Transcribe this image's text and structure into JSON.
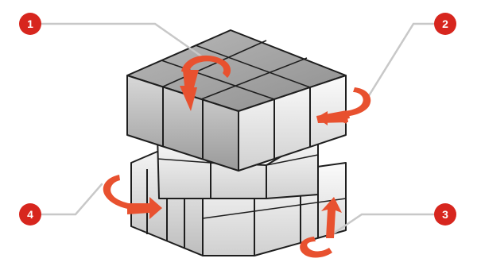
{
  "diagram": {
    "subject": "cube",
    "colors": {
      "badge": "#d7261e",
      "arrow": "#e8512f",
      "leader_line": "#c8c8c8",
      "top_face": "#a9a9a9",
      "side_face_light": "#f6f6f6",
      "side_face_shade": "#bdbdbd",
      "edge": "#1e1e1e"
    },
    "callouts": [
      {
        "label": "1",
        "rotation": "top-layer-clockwise"
      },
      {
        "label": "2",
        "rotation": "right-layer-turn"
      },
      {
        "label": "3",
        "rotation": "bottom-right-layer-up"
      },
      {
        "label": "4",
        "rotation": "bottom-layer-turn"
      }
    ]
  }
}
